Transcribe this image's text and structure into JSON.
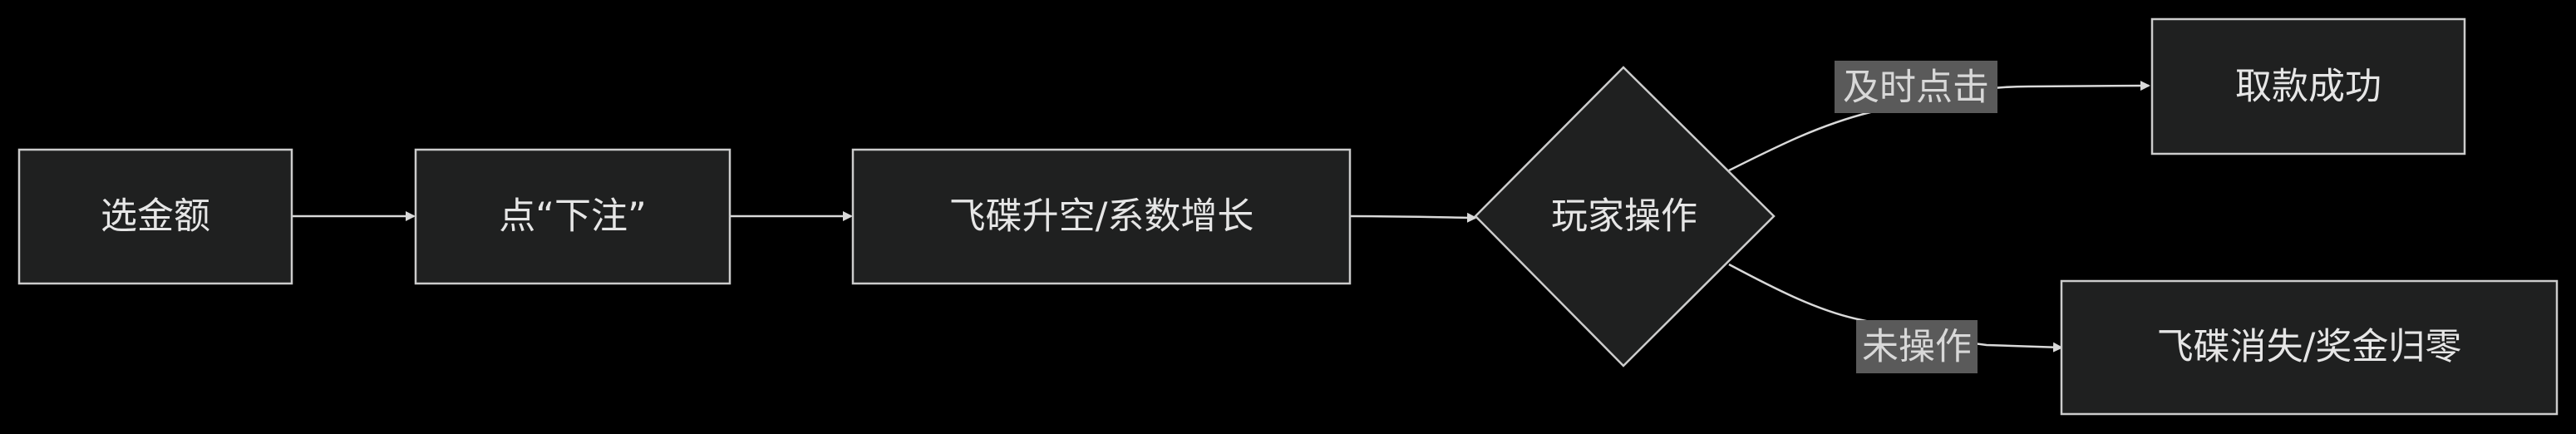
{
  "diagram": {
    "nodes": {
      "choose_amount": "选金额",
      "place_bet": "点“下注”",
      "ufo_rising": "飞碟升空/系数增长",
      "player_action": "玩家操作",
      "cashout_success": "取款成功",
      "ufo_lost": "飞碟消失/奖金归零"
    },
    "edge_labels": {
      "click_in_time": "及时点击",
      "no_action": "未操作"
    },
    "colors": {
      "background": "#000000",
      "node_fill": "#1f2020",
      "node_stroke": "#cccccc",
      "edge_stroke": "#d9d9d9",
      "edge_label_bg": "#5a5a5a",
      "text": "#e6e6e6"
    }
  }
}
